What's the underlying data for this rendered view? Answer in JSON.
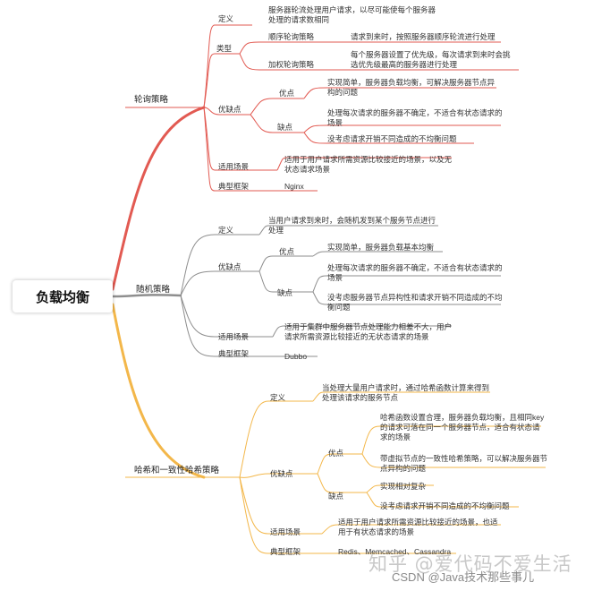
{
  "root": "负载均衡",
  "colors": {
    "red": "#e25a52",
    "gray": "#8e8e8e",
    "orange": "#f3b74a",
    "text": "#333333"
  },
  "round_robin": {
    "title": "轮询策略",
    "definition_label": "定义",
    "definition": "服务器轮流处理用户请求，以尽可能使每个服务器处理的请求数相同",
    "types_label": "类型",
    "type1": "顺序轮询策略",
    "type1_desc": "请求到来时，按照服务器顺序轮流进行处理",
    "type2": "加权轮询策略",
    "type2_desc": "每个服务器设置了优先级，每次请求到来时会挑选优先级最高的服务器进行处理",
    "proscons_label": "优缺点",
    "pros_label": "优点",
    "pros": "实现简单，服务器负载均衡，可解决服务器节点异构的问题",
    "cons_label": "缺点",
    "cons1": "处理每次请求的服务器不确定，不适合有状态请求的场景",
    "cons2": "没考虑请求开销不同造成的不均衡问题",
    "scenario_label": "适用场景",
    "scenario": "适用于用户请求所需资源比较接近的场景，以及无状态请求场景",
    "framework_label": "典型框架",
    "framework": "Nginx"
  },
  "random": {
    "title": "随机策略",
    "definition_label": "定义",
    "definition": "当用户请求到来时，会随机发到某个服务节点进行处理",
    "proscons_label": "优缺点",
    "pros_label": "优点",
    "pros": "实现简单，服务器负载基本均衡",
    "cons_label": "缺点",
    "cons1": "处理每次请求的服务器不确定，不适合有状态请求的场景",
    "cons2": "没考虑服务器节点异构性和请求开销不同造成的不均衡问题",
    "scenario_label": "适用场景",
    "scenario": "适用于集群中服务器节点处理能力相差不大，用户请求所需资源比较接近的无状态请求的场景",
    "framework_label": "典型框架",
    "framework": "Dubbo"
  },
  "hash": {
    "title": "哈希和一致性哈希策略",
    "definition_label": "定义",
    "definition": "当处理大量用户请求时，通过哈希函数计算来得到处理该请求的服务节点",
    "proscons_label": "优缺点",
    "pros_label": "优点",
    "pros1": "哈希函数设置合理，服务器负载均衡，且相同key的请求可落在同一个服务器节点，适合有状态请求的场景",
    "pros2": "带虚拟节点的一致性哈希策略，可以解决服务器节点异构的问题",
    "cons_label": "缺点",
    "cons1": "实现相对复杂",
    "cons2": "没考虑请求开销不同造成的不均衡问题",
    "scenario_label": "适用场景",
    "scenario": "适用于用户请求所需资源比较接近的场景，也适用于有状态请求的场景",
    "framework_label": "典型框架",
    "framework": "Redis、Memcached、Cassandra"
  },
  "watermark": {
    "site": "知乎 @爱代码不爱生活",
    "csdn": "CSDN @Java技术那些事儿"
  }
}
